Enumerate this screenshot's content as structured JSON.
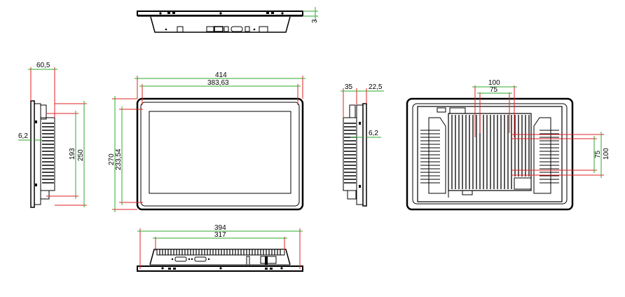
{
  "drawing": {
    "top_view": {
      "dim_thickness": "3"
    },
    "left_view": {
      "dim_depth": "60,5",
      "dim_offset": "6,2",
      "dim_inner_height": "193",
      "dim_outer_height": "250"
    },
    "front_view": {
      "dim_width": "414",
      "dim_screen_width": "383,63",
      "dim_height": "270",
      "dim_screen_height": "233,54"
    },
    "right_view": {
      "dim_depth_a": "35",
      "dim_depth_b": "22,5",
      "dim_offset": "6,2"
    },
    "rear_view": {
      "dim_vesa_outer_h": "100",
      "dim_vesa_inner_h": "75",
      "dim_vesa_inner_v": "75",
      "dim_vesa_outer_v": "100"
    },
    "bottom_view": {
      "dim_cutout_width": "394",
      "dim_inner_width": "317"
    }
  }
}
